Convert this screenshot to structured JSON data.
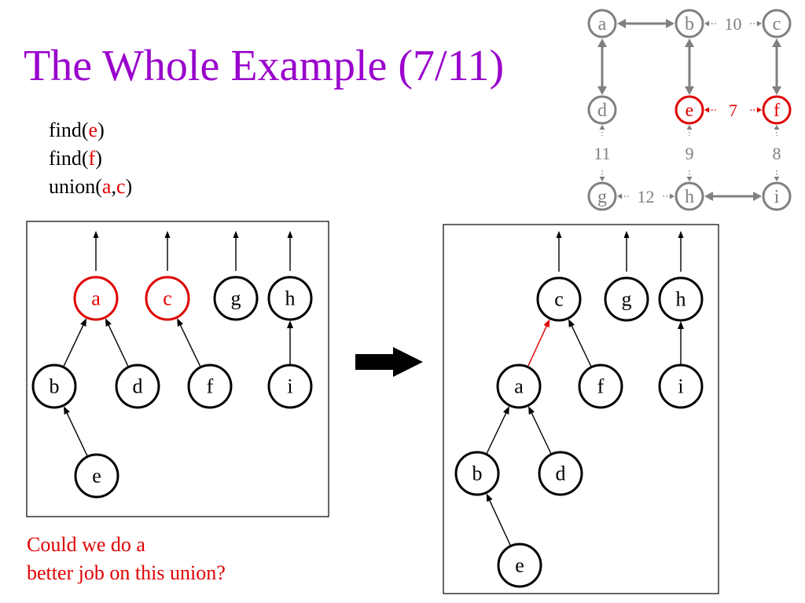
{
  "slide": {
    "title": "The Whole Example (7/11)",
    "code_lines": [
      {
        "prefix": "find(",
        "args": [
          "e"
        ],
        "suffix": ")"
      },
      {
        "prefix": "find(",
        "args": [
          "f"
        ],
        "suffix": ")"
      },
      {
        "prefix": "union(",
        "args": [
          "a",
          "c"
        ],
        "suffix": ")"
      }
    ],
    "question_lines": [
      "Could we do a",
      "better job on this union?"
    ]
  },
  "graph": {
    "nodes": [
      "a",
      "b",
      "c",
      "d",
      "e",
      "f",
      "g",
      "h",
      "i"
    ],
    "highlighted_nodes": [
      "e",
      "f"
    ],
    "edges": [
      {
        "from": "a",
        "to": "b",
        "label": ""
      },
      {
        "from": "b",
        "to": "c",
        "label": "10"
      },
      {
        "from": "a",
        "to": "d",
        "label": ""
      },
      {
        "from": "b",
        "to": "e",
        "label": ""
      },
      {
        "from": "c",
        "to": "f",
        "label": ""
      },
      {
        "from": "e",
        "to": "f",
        "label": "7",
        "highlighted": true
      },
      {
        "from": "d",
        "to": "g",
        "label": "11"
      },
      {
        "from": "e",
        "to": "h",
        "label": "9"
      },
      {
        "from": "f",
        "to": "i",
        "label": "8"
      },
      {
        "from": "g",
        "to": "h",
        "label": "12"
      },
      {
        "from": "h",
        "to": "i",
        "label": ""
      }
    ]
  },
  "forest_before": {
    "nodes": [
      "a",
      "c",
      "g",
      "h",
      "b",
      "d",
      "f",
      "i",
      "e"
    ],
    "highlighted_nodes": [
      "a",
      "c"
    ],
    "parent_links": [
      {
        "child": "b",
        "parent": "a"
      },
      {
        "child": "d",
        "parent": "a"
      },
      {
        "child": "f",
        "parent": "c"
      },
      {
        "child": "i",
        "parent": "h"
      },
      {
        "child": "e",
        "parent": "b"
      }
    ],
    "roots": [
      "a",
      "c",
      "g",
      "h"
    ]
  },
  "forest_after": {
    "nodes": [
      "c",
      "g",
      "h",
      "a",
      "f",
      "i",
      "b",
      "d",
      "e"
    ],
    "highlighted_nodes": [],
    "parent_links": [
      {
        "child": "a",
        "parent": "c",
        "highlighted": true
      },
      {
        "child": "f",
        "parent": "c"
      },
      {
        "child": "i",
        "parent": "h"
      },
      {
        "child": "b",
        "parent": "a"
      },
      {
        "child": "d",
        "parent": "a"
      },
      {
        "child": "e",
        "parent": "b"
      }
    ],
    "roots": [
      "c",
      "g",
      "h"
    ]
  },
  "colors": {
    "title": "#9900cc",
    "highlight": "#e00000",
    "graph_gray": "#808080",
    "ink": "#000000"
  }
}
